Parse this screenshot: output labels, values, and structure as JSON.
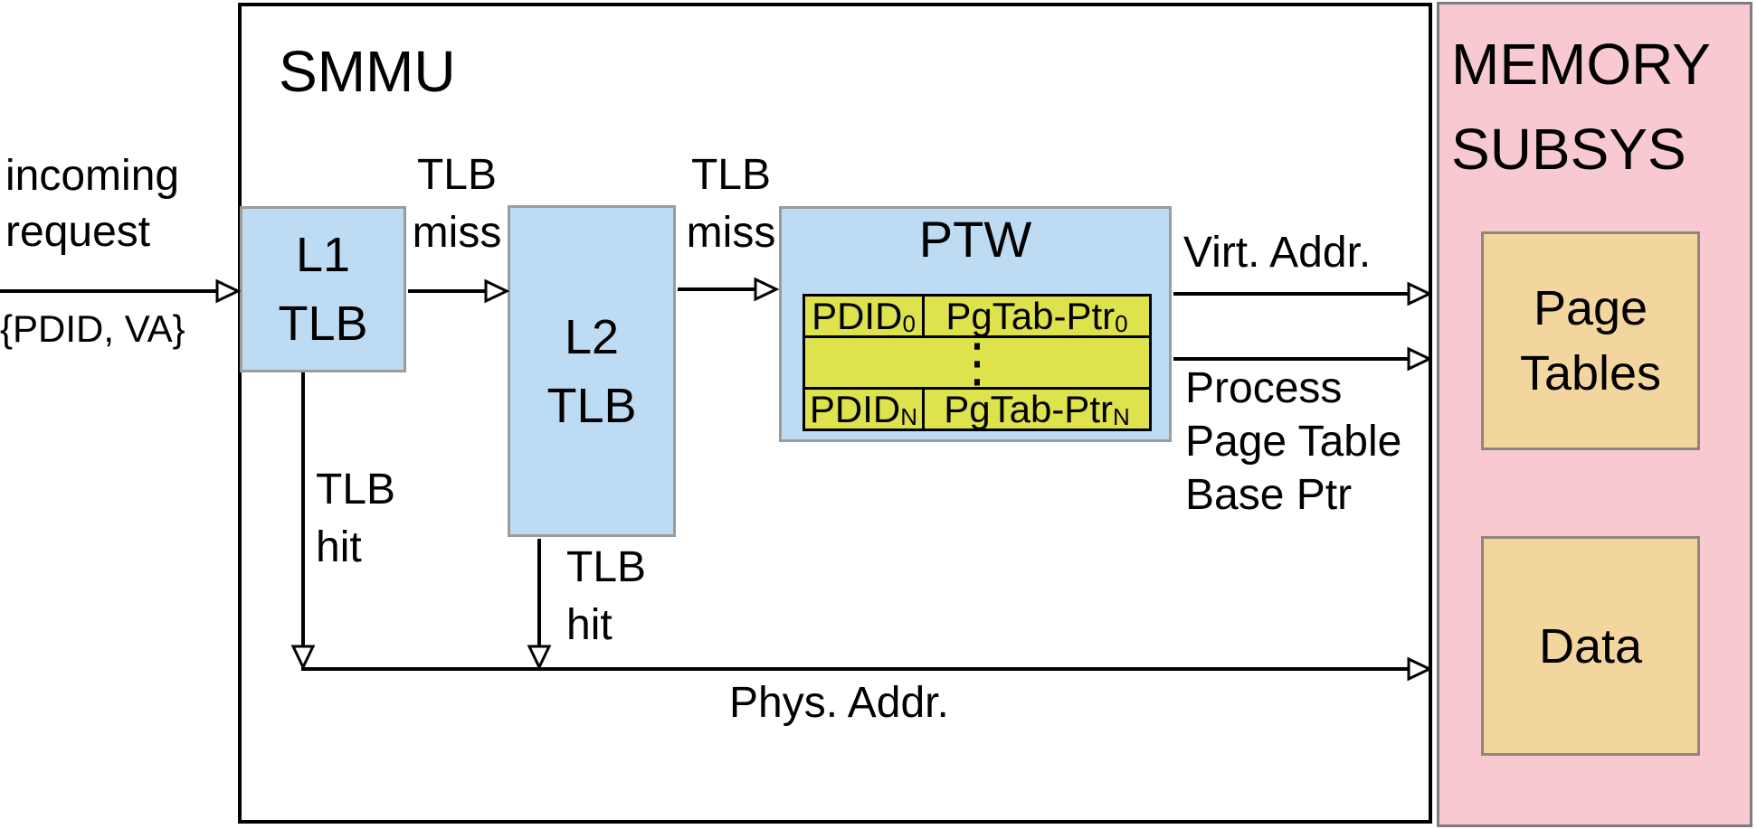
{
  "diagram": {
    "smmu": {
      "title": "SMMU"
    },
    "incoming": {
      "label": "incoming\nrequest",
      "payload": "{PDID, VA}"
    },
    "blocks": {
      "l1_tlb": {
        "label": "L1\nTLB"
      },
      "l2_tlb": {
        "label": "L2\nTLB"
      },
      "ptw": {
        "title": "PTW",
        "table": {
          "rows": [
            {
              "pdid_base": "PDID",
              "pdid_sub": "0",
              "ptr_base": "PgTab-Ptr",
              "ptr_sub": "0"
            },
            {
              "ellipsis": "⋮"
            },
            {
              "pdid_base": "PDID",
              "pdid_sub": "N",
              "ptr_base": "PgTab-Ptr",
              "ptr_sub": "N"
            }
          ]
        }
      }
    },
    "memory": {
      "title": "MEMORY\nSUBSYS",
      "page_tables_label": "Page\nTables",
      "data_label": "Data"
    },
    "edges": {
      "l1_to_l2": {
        "label": "TLB\nmiss"
      },
      "l2_to_ptw": {
        "label": "TLB\nmiss"
      },
      "l1_hit": {
        "label": "TLB\nhit"
      },
      "l2_hit": {
        "label": "TLB\nhit"
      },
      "ptw_virt": {
        "label": "Virt. Addr."
      },
      "ptw_base_ptr": {
        "label": "Process\nPage Table\nBase Ptr"
      },
      "phys_addr": {
        "label": "Phys. Addr."
      }
    },
    "colors": {
      "tlb_fill": "#bddbf2",
      "ptw_table_fill": "#dde24d",
      "memory_fill": "#f8c9d1",
      "memory_block_fill": "#f3d69e",
      "line": "#000000",
      "block_border": "#9c9c9c"
    }
  }
}
